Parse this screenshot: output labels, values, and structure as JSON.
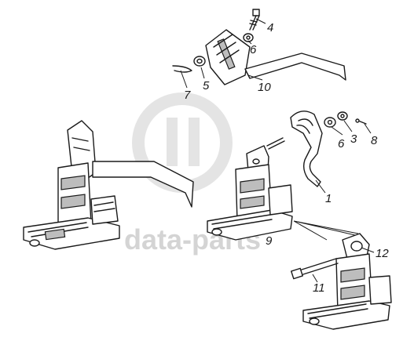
{
  "diagram": {
    "callouts": {
      "c1": "1",
      "c3": "3",
      "c4": "4",
      "c5": "5",
      "c6a": "6",
      "c6b": "6",
      "c7": "7",
      "c8": "8",
      "c9": "9",
      "c10": "10",
      "c11": "11",
      "c12": "12"
    },
    "watermark": {
      "text": "data-parts"
    }
  },
  "colors": {
    "ink": "#1a1a1a",
    "watermark": "#d4d4d4",
    "background": "#ffffff"
  }
}
